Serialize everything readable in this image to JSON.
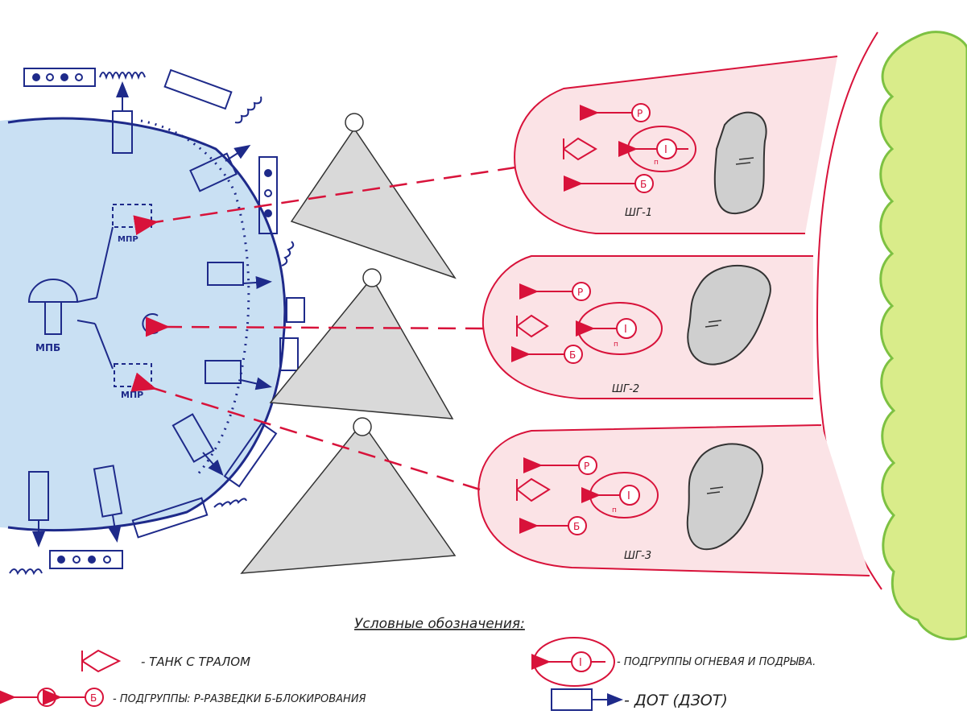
{
  "labels": {
    "mpb": "МПБ",
    "mpr_top": "МПР",
    "mpr_bottom": "МПР",
    "sg1": "ШГ-1",
    "sg2": "ШГ-2",
    "sg3": "ШГ-3",
    "sub_r": "Р",
    "sub_b": "Б",
    "sub_fire": "I",
    "sub_p": "п"
  },
  "legend": {
    "title": "Условные обозначения:",
    "tank": "- ТАНК С ТРАЛОМ",
    "subgroups_fire": "- ПОДГРУППЫ ОГНЕВАЯ И ПОДРЫВА.",
    "subgroups_rb": "- ПОДГРУППЫ: Р-РАЗВЕДКИ Б-БЛОКИРОВАНИЯ",
    "dot": "- ДОТ (ДЗОТ)",
    "icon_r": "Р",
    "icon_b": "Б",
    "icon_fire": "I"
  },
  "colors": {
    "red": "#d8123a",
    "blue": "#1e2a8a",
    "lake": "#bcd8f0",
    "forest": "#d9ec8a",
    "forest_edge": "#7dc142",
    "hill": "#d9d9d9",
    "obstacle": "#bfbfbf"
  }
}
